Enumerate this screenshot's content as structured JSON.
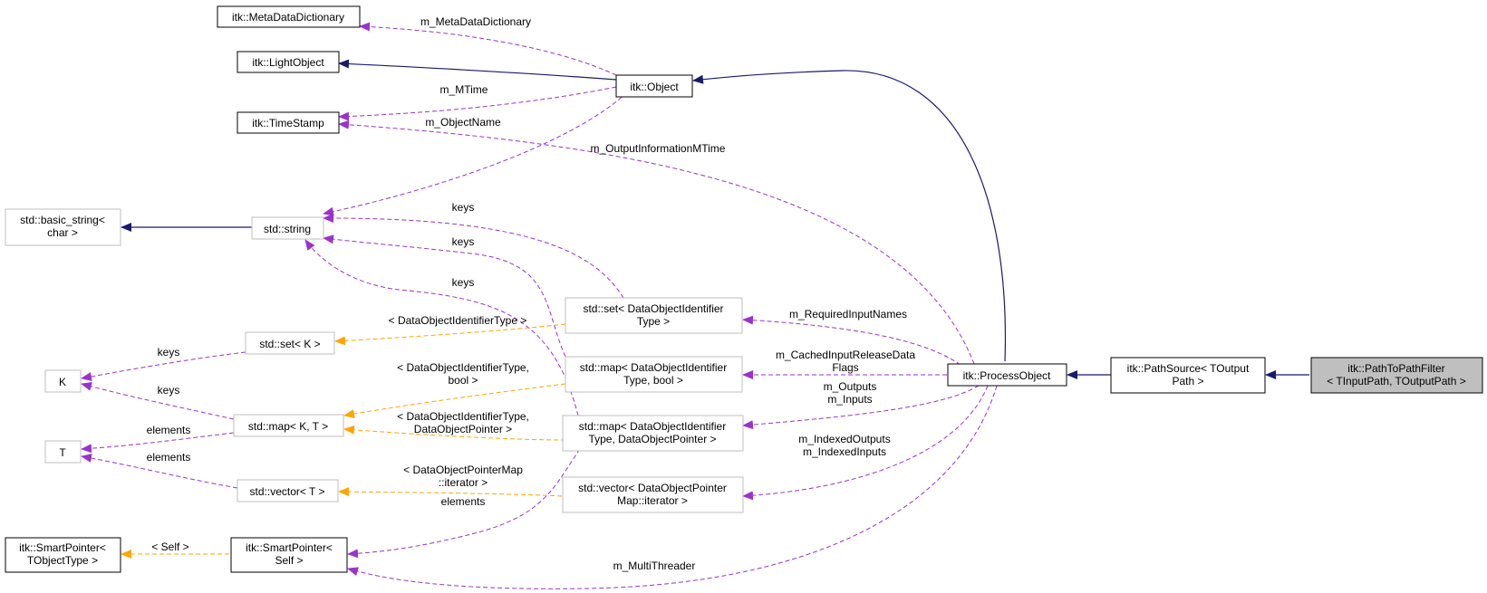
{
  "colors": {
    "inheritance": "#191970",
    "usage": "#9a32cd",
    "template": "#ffa500",
    "documented_border": "#000000",
    "undocumented_border": "#bfbfbf",
    "focus_fill": "#bfbfbf"
  },
  "nodes": {
    "metadata_dictionary": {
      "lines": [
        "itk::MetaDataDictionary"
      ]
    },
    "light_object": {
      "lines": [
        "itk::LightObject"
      ]
    },
    "timestamp": {
      "lines": [
        "itk::TimeStamp"
      ]
    },
    "object": {
      "lines": [
        "itk::Object"
      ]
    },
    "basic_string": {
      "lines": [
        "std::basic_string<",
        "char >"
      ]
    },
    "std_string": {
      "lines": [
        "std::string"
      ]
    },
    "set_k": {
      "lines": [
        "std::set< K >"
      ]
    },
    "k": {
      "lines": [
        "K"
      ]
    },
    "map_kt": {
      "lines": [
        "std::map< K, T >"
      ]
    },
    "t": {
      "lines": [
        "T"
      ]
    },
    "vector_t": {
      "lines": [
        "std::vector< T >"
      ]
    },
    "smartpointer_tobject": {
      "lines": [
        "itk::SmartPointer<",
        "TObjectType >"
      ]
    },
    "smartpointer_self": {
      "lines": [
        "itk::SmartPointer<",
        "Self >"
      ]
    },
    "set_doid": {
      "lines": [
        "std::set< DataObjectIdentifier",
        "Type >"
      ]
    },
    "map_doid_bool": {
      "lines": [
        "std::map< DataObjectIdentifier",
        "Type, bool >"
      ]
    },
    "map_doid_dop": {
      "lines": [
        "std::map< DataObjectIdentifier",
        "Type, DataObjectPointer >"
      ]
    },
    "vector_dopmap": {
      "lines": [
        "std::vector< DataObjectPointer",
        "Map::iterator >"
      ]
    },
    "process_object": {
      "lines": [
        "itk::ProcessObject"
      ]
    },
    "path_source": {
      "lines": [
        "itk::PathSource< TOutput",
        "Path >"
      ]
    },
    "path_to_path_filter": {
      "lines": [
        "itk::PathToPathFilter",
        "< TInputPath, TOutputPath >"
      ]
    }
  },
  "edge_labels": {
    "m_metadatadictionary": [
      "m_MetaDataDictionary"
    ],
    "m_mtime": [
      "m_MTime"
    ],
    "m_objectname": [
      "m_ObjectName"
    ],
    "m_outputinformationmtime": [
      "m_OutputInformationMTime"
    ],
    "keys_set_doid": [
      "keys"
    ],
    "keys_map_bool": [
      "keys"
    ],
    "keys_map_dop": [
      "keys"
    ],
    "keys_set_k": [
      "keys"
    ],
    "keys_map_kt": [
      "keys"
    ],
    "elements_map_kt": [
      "elements"
    ],
    "elements_vector_t": [
      "elements"
    ],
    "elements_smartpointer": [
      "elements"
    ],
    "tmpl_set_doid": [
      "< DataObjectIdentifierType >"
    ],
    "tmpl_map_bool": [
      "< DataObjectIdentifierType,",
      "bool >"
    ],
    "tmpl_map_dop": [
      "< DataObjectIdentifierType,",
      "DataObjectPointer >"
    ],
    "tmpl_vector_dop": [
      "< DataObjectPointerMap",
      "::iterator >"
    ],
    "tmpl_self": [
      "< Self >"
    ],
    "m_requiredinputnames": [
      "m_RequiredInputNames"
    ],
    "m_cachedinputreleasedataflags": [
      "m_CachedInputReleaseData",
      "Flags"
    ],
    "m_outputs_inputs": [
      "m_Outputs",
      "m_Inputs"
    ],
    "m_indexed": [
      "m_IndexedOutputs",
      "m_IndexedInputs"
    ],
    "m_multithreader": [
      "m_MultiThreader"
    ]
  }
}
